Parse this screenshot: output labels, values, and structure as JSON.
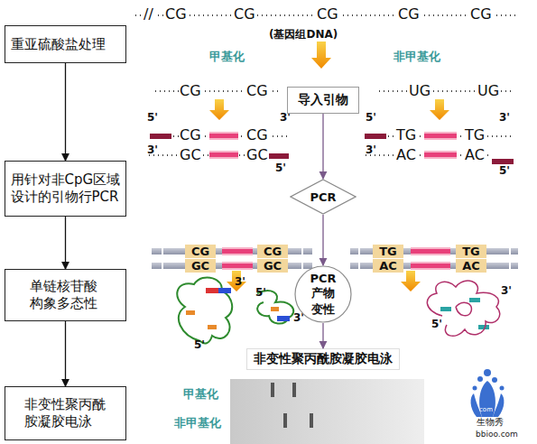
{
  "diagram": {
    "nodes": [
      {
        "text": [
          "重亚硫酸盐处理"
        ]
      },
      {
        "text": [
          "用针对非CpG区域设计的引物行PCR"
        ]
      },
      {
        "text": [
          "单链核苷酸构象多态性"
        ]
      },
      {
        "text": [
          "非变性聚丙酰胺凝胶电泳"
        ]
      },
      {
        "text": [
          "导入引物"
        ]
      },
      {
        "text": [
          "PCR"
        ]
      },
      {
        "text": [
          "PCR 产物 变性"
        ]
      },
      {
        "text": [
          "非变性聚丙酰胺凝胶电泳"
        ]
      }
    ],
    "edges": [
      {
        "from": 0,
        "to": 1,
        "arrow": "to"
      },
      {
        "from": 1,
        "to": 2,
        "arrow": "to"
      },
      {
        "from": 2,
        "to": 3,
        "arrow": "to"
      },
      {
        "from": 4,
        "to": 5,
        "arrow": "to"
      },
      {
        "from": 5,
        "to": 6,
        "arrow": "to"
      },
      {
        "from": 6,
        "to": 7,
        "arrow": "to"
      }
    ],
    "labels": [
      "//",
      "CG",
      "CG",
      "CG",
      "CG",
      "CG",
      "(基因组DNA)",
      "甲基化",
      "非甲基化",
      "CG",
      "CG",
      "UG",
      "UG",
      "5'",
      "CG",
      "CG",
      "3'",
      "3'",
      "GC",
      "GC",
      "5'",
      "5'",
      "TG",
      "TG",
      "3'",
      "3'",
      "AC",
      "AC",
      "5'",
      "CG",
      "GC",
      "CG",
      "GC",
      "TG",
      "AC",
      "TG",
      "AC",
      "3'",
      "5'",
      "3'",
      "5'",
      "5'",
      "3'",
      "甲基化",
      "非甲基化",
      "生物秀",
      "bbioo.com",
      "com"
    ]
  }
}
